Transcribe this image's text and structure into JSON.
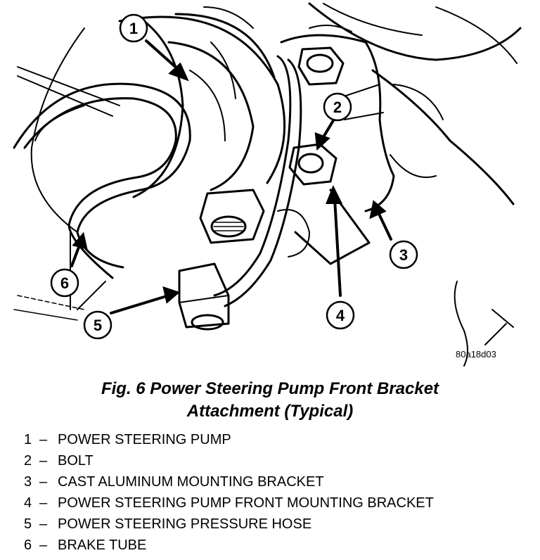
{
  "drawing_code": "80a18d03",
  "caption": {
    "line1": "Fig. 6 Power Steering Pump Front Bracket",
    "line2": "Attachment (Typical)"
  },
  "callouts": [
    {
      "number": "1",
      "label": "POWER STEERING PUMP"
    },
    {
      "number": "2",
      "label": "BOLT"
    },
    {
      "number": "3",
      "label": "CAST ALUMINUM MOUNTING BRACKET"
    },
    {
      "number": "4",
      "label": "POWER STEERING PUMP FRONT MOUNTING BRACKET"
    },
    {
      "number": "5",
      "label": "POWER STEERING PRESSURE HOSE"
    },
    {
      "number": "6",
      "label": "BRAKE TUBE"
    }
  ],
  "legend_separator": "–"
}
